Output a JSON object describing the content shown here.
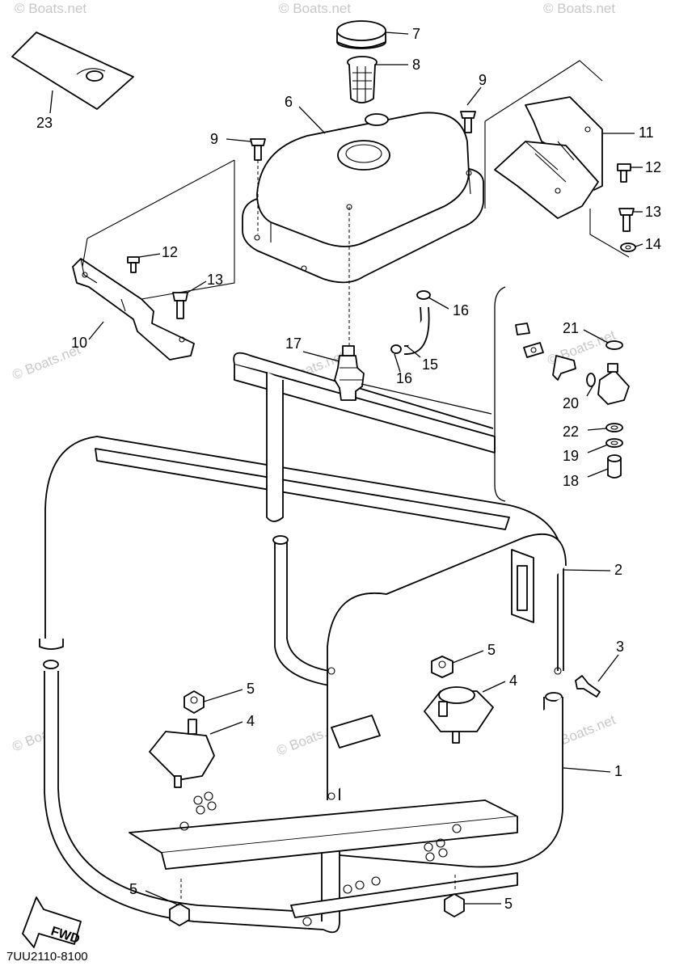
{
  "diagram": {
    "callouts": [
      "1",
      "2",
      "3",
      "4",
      "4",
      "5",
      "5",
      "5",
      "5",
      "6",
      "7",
      "8",
      "9",
      "9",
      "10",
      "11",
      "12",
      "12",
      "13",
      "13",
      "14",
      "15",
      "16",
      "16",
      "17",
      "18",
      "19",
      "20",
      "21",
      "22",
      "23"
    ],
    "direction_marker": "FWD",
    "drawing_code": "7UU2110-8100",
    "watermark": "© Boats.net"
  }
}
